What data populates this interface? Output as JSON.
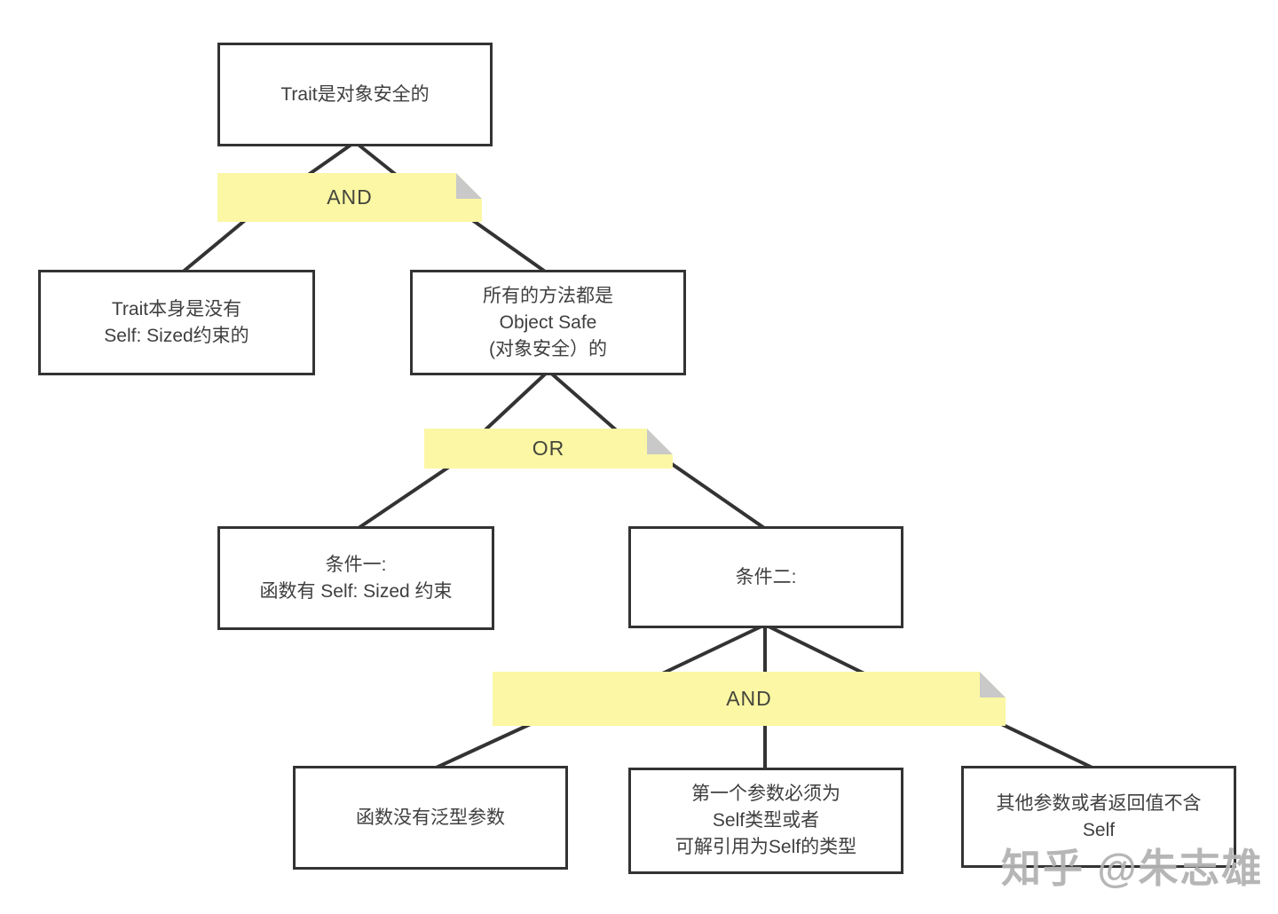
{
  "diagram": {
    "nodes": {
      "root": {
        "text": "Trait是对象安全的"
      },
      "trait_no_self_sized": {
        "text": "Trait本身是没有\nSelf: Sized约束的"
      },
      "all_methods_safe": {
        "text": "所有的方法都是\nObject Safe\n(对象安全）的"
      },
      "condition1": {
        "text": "条件一:\n函数有 Self: Sized 约束"
      },
      "condition2": {
        "text": "条件二:"
      },
      "no_generic_params": {
        "text": "函数没有泛型参数"
      },
      "first_param_self": {
        "text": "第一个参数必须为\nSelf类型或者\n可解引用为Self的类型"
      },
      "other_params_no_self": {
        "text": "其他参数或者返回值不含\nSelf"
      }
    },
    "operators": {
      "and_top": {
        "label": "AND"
      },
      "or_middle": {
        "label": "OR"
      },
      "and_bottom": {
        "label": "AND"
      }
    },
    "colors": {
      "note_yellow": "#fbf7a4",
      "note_fold": "#c9c9c9",
      "line": "#333333",
      "box_border": "#333333",
      "text": "#3f3f3f",
      "watermark": "#b2b2b2"
    },
    "watermark": {
      "text": "知乎 @朱志雄"
    }
  }
}
